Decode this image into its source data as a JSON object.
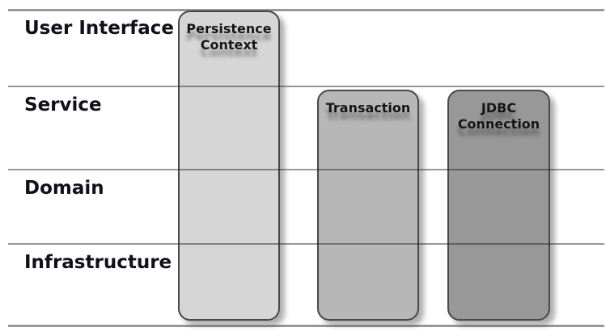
{
  "diagram": {
    "type": "layered-architecture",
    "layers": [
      {
        "label": "User Interface"
      },
      {
        "label": "Service"
      },
      {
        "label": "Domain"
      },
      {
        "label": "Infrastructure"
      }
    ],
    "boxes": [
      {
        "id": "persistence-context",
        "lines": [
          "Persistence",
          "Context"
        ],
        "fill": "#d6d6d6",
        "spans_from": "User Interface",
        "spans_to": "Infrastructure"
      },
      {
        "id": "transaction",
        "lines": [
          "Transaction"
        ],
        "fill": "#b7b7b7",
        "spans_from": "Service",
        "spans_to": "Infrastructure"
      },
      {
        "id": "jdbc-connection",
        "lines": [
          "JDBC",
          "Connection"
        ],
        "fill": "#989898",
        "spans_from": "Service",
        "spans_to": "Infrastructure"
      }
    ],
    "colors": {
      "divider_line_on_white": "#8a8a8a",
      "box_border": "#484848",
      "layer_label_text": "#10101a",
      "box_label_text": "#161616",
      "background": "#ffffff"
    }
  }
}
